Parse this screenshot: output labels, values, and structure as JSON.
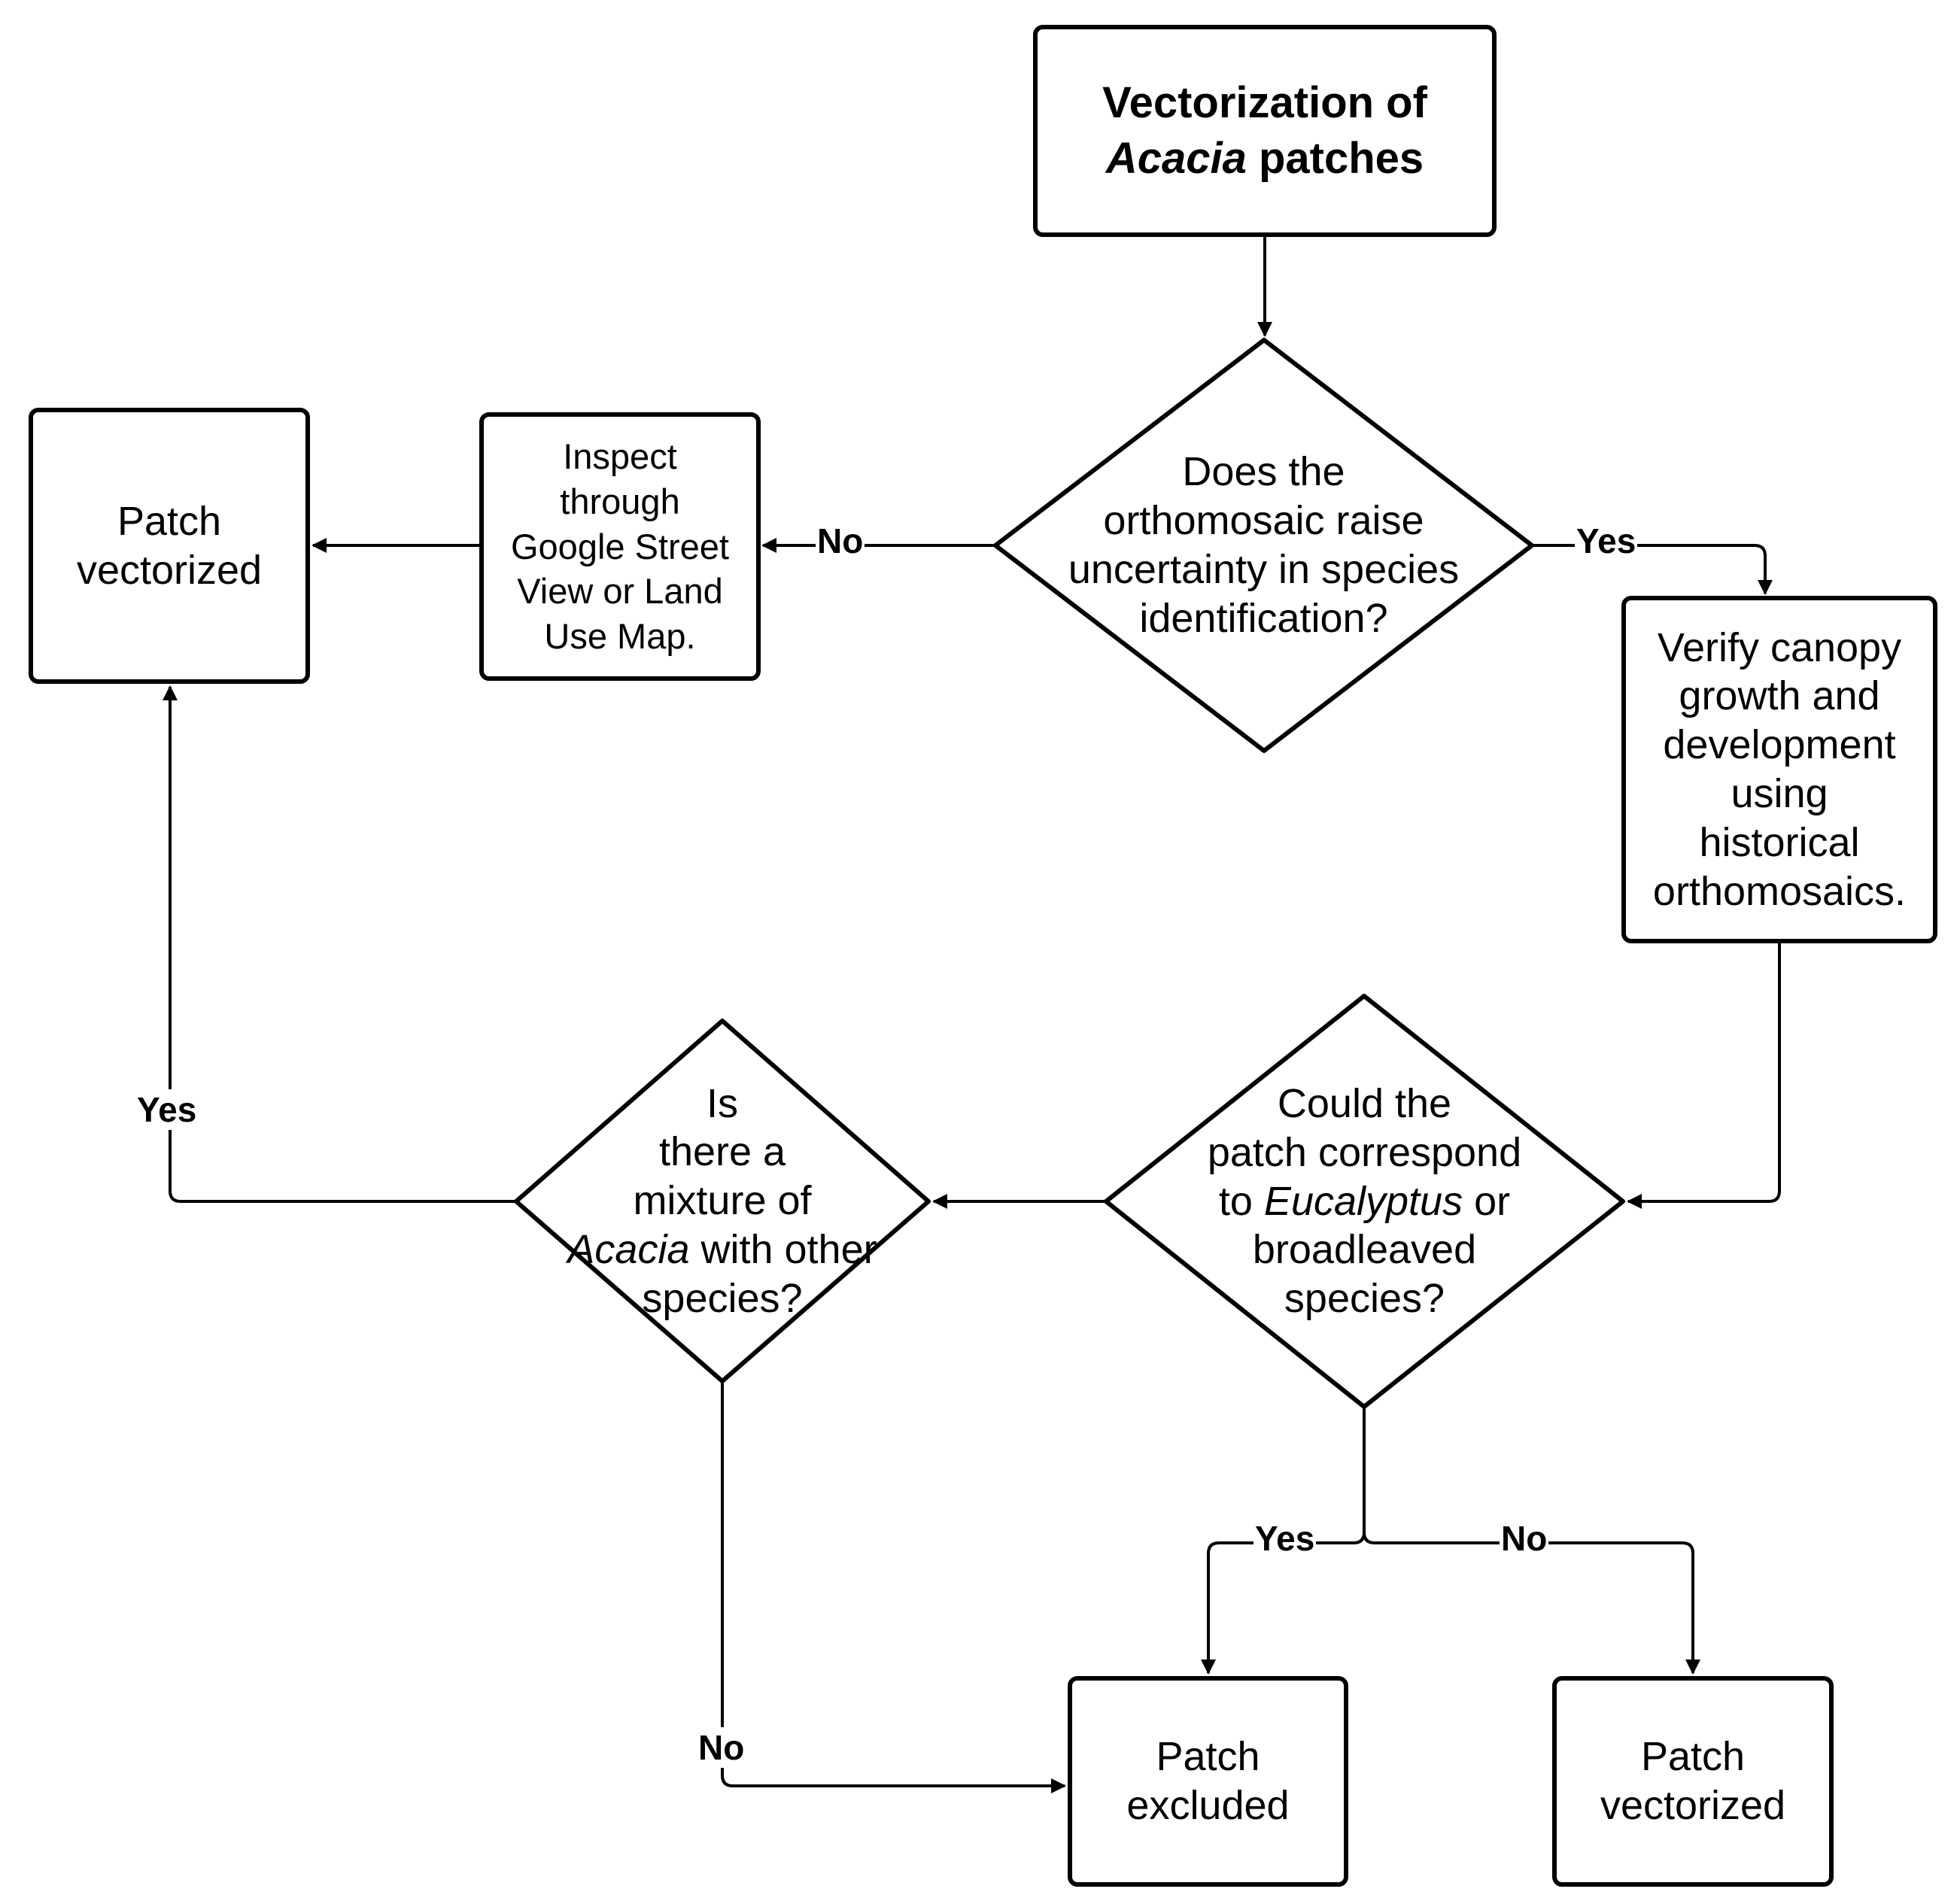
{
  "nodes": {
    "start": {
      "line1": "Vectorization of",
      "line2_italic": "Acacia",
      "line2_rest": " patches"
    },
    "q1": {
      "lines": [
        "Does the",
        "orthomosaic raise",
        "uncertainty in species",
        "identification?"
      ]
    },
    "inspect": {
      "lines": [
        "Inspect",
        "through",
        "Google Street",
        "View or Land",
        "Use Map."
      ]
    },
    "patch_vectorized_left": {
      "lines": [
        "Patch",
        "vectorized"
      ]
    },
    "verify": {
      "lines": [
        "Verify canopy",
        "growth and",
        "development",
        "using",
        "historical",
        "orthomosaics."
      ]
    },
    "q2": {
      "line1": "Could the",
      "line2": "patch correspond",
      "line3_pre": "to ",
      "line3_italic": "Eucalyptus",
      "line3_post": " or",
      "line4": "broadleaved",
      "line5": "species?"
    },
    "q3": {
      "line1": "Is",
      "line2": "there a",
      "line3": "mixture of",
      "line4_italic": "Acacia",
      "line4_rest": " with other",
      "line5": "species?"
    },
    "patch_excluded": {
      "lines": [
        "Patch",
        "excluded"
      ]
    },
    "patch_vectorized_right": {
      "lines": [
        "Patch",
        "vectorized"
      ]
    }
  },
  "edges": {
    "q1_no": "No",
    "q1_yes": "Yes",
    "q3_yes": "Yes",
    "q3_no": "No",
    "q2_yes": "Yes",
    "q2_no": "No"
  }
}
